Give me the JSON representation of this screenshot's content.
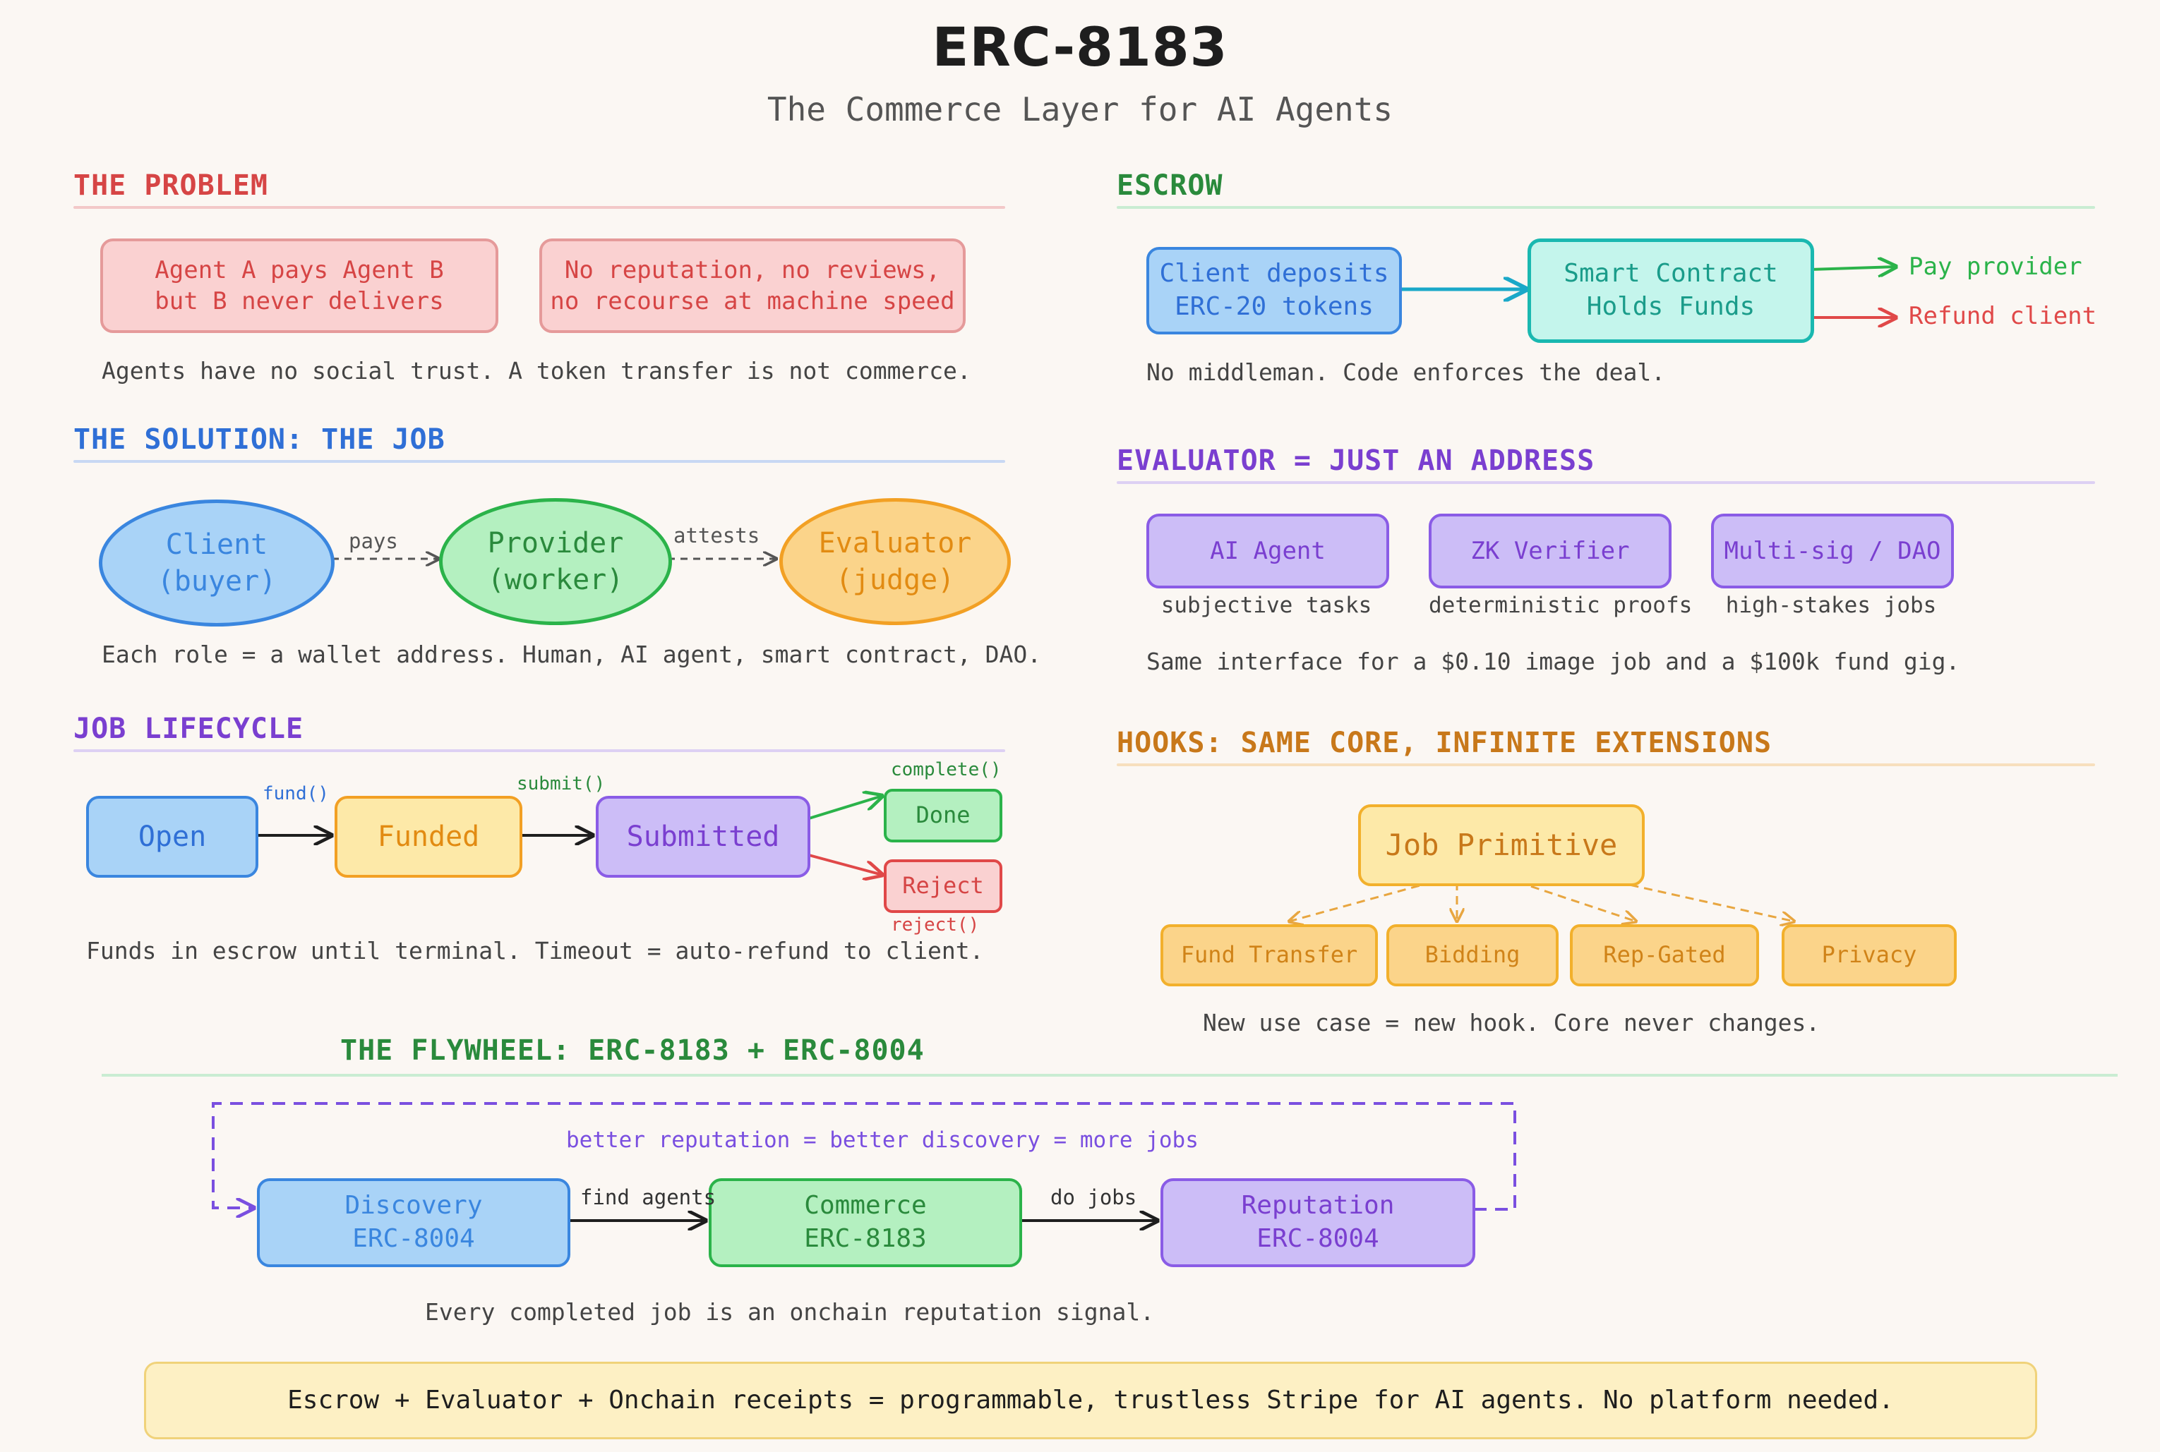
{
  "title": "ERC-8183",
  "subtitle": "The Commerce Layer for AI Agents",
  "colors": {
    "red": "#d64545",
    "blue": "#2f6fd6",
    "purple": "#7a3fd0",
    "green": "#2a8a3c",
    "orange": "#c8781a",
    "blue_fill": "#a9d3f7",
    "green_fill": "#b4f0c0",
    "orange_fill": "#fbd48a",
    "purple_fill": "#ccbdf7",
    "red_fill": "#fad1d1",
    "yellow_fill": "#fde9a8",
    "teal_fill": "#c4f5ec"
  },
  "problem": {
    "heading": "THE PROBLEM",
    "box1": "Agent A pays Agent B\nbut B never delivers",
    "box2": "No reputation, no reviews,\nno recourse at machine speed",
    "note": "Agents have no social trust. A token transfer is not commerce."
  },
  "solution": {
    "heading": "THE SOLUTION: THE JOB",
    "client": "Client\n(buyer)",
    "provider": "Provider\n(worker)",
    "evaluator": "Evaluator\n(judge)",
    "pays": "pays",
    "attests": "attests",
    "note": "Each role = a wallet address. Human, AI agent, smart contract, DAO."
  },
  "lifecycle": {
    "heading": "JOB LIFECYCLE",
    "open": "Open",
    "funded": "Funded",
    "submitted": "Submitted",
    "done": "Done",
    "reject": "Reject",
    "fund_fn": "fund()",
    "submit_fn": "submit()",
    "complete_fn": "complete()",
    "reject_fn": "reject()",
    "note": "Funds in escrow until terminal. Timeout = auto-refund to client."
  },
  "escrow": {
    "heading": "ESCROW",
    "deposit": "Client deposits\nERC-20 tokens",
    "contract": "Smart Contract\nHolds Funds",
    "pay": "Pay provider",
    "refund": "Refund client",
    "note": "No middleman. Code enforces the deal."
  },
  "evaluator": {
    "heading": "EVALUATOR = JUST AN ADDRESS",
    "boxes": [
      {
        "label": "AI Agent",
        "caption": "subjective tasks"
      },
      {
        "label": "ZK Verifier",
        "caption": "deterministic proofs"
      },
      {
        "label": "Multi-sig / DAO",
        "caption": "high-stakes jobs"
      }
    ],
    "note": "Same interface for a $0.10 image job and a $100k fund gig."
  },
  "hooks": {
    "heading": "HOOKS: SAME CORE, INFINITE EXTENSIONS",
    "core": "Job Primitive",
    "items": [
      "Fund Transfer",
      "Bidding",
      "Rep-Gated",
      "Privacy"
    ],
    "note": "New use case = new hook. Core never changes."
  },
  "flywheel": {
    "heading": "THE FLYWHEEL: ERC-8183 + ERC-8004",
    "loop_label": "better reputation = better discovery = more jobs",
    "discovery": "Discovery\nERC-8004",
    "commerce": "Commerce\nERC-8183",
    "reputation": "Reputation\nERC-8004",
    "find": "find agents",
    "do": "do jobs",
    "note": "Every completed job is an onchain reputation signal."
  },
  "footer": "Escrow + Evaluator + Onchain receipts = programmable, trustless Stripe for AI agents. No platform needed."
}
